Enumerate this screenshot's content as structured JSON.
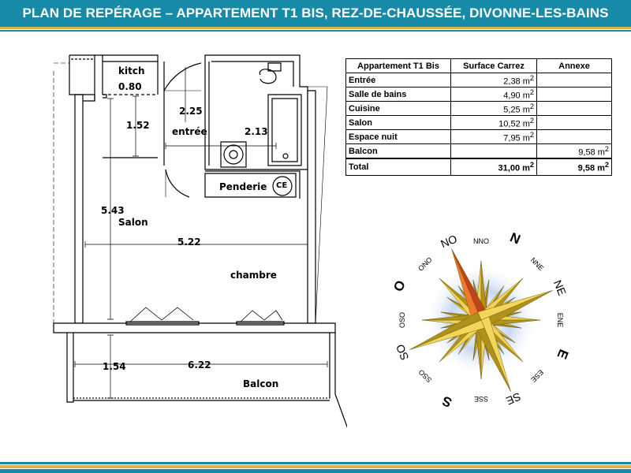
{
  "header": {
    "title": "PLAN DE REPÉRAGE – APPARTEMENT T1 BIS, REZ-DE-CHAUSSÉE, DIVONNE-LES-BAINS"
  },
  "colors": {
    "header_bg": "#178aa8",
    "stripe_gold": "#d9b24a",
    "stripe_teal": "#178aa8"
  },
  "plan": {
    "rooms": {
      "kitchen": "kitch",
      "entry": "entrée",
      "closet": "Penderie",
      "ce": "CE",
      "living": "Salon",
      "bedroom": "chambre",
      "balcony": "Balcon"
    },
    "dimensions": {
      "kitchen_w": "0.80",
      "kitchen_h": "1.52",
      "entry_h": "2.25",
      "entry_w": "2.13",
      "living_h": "5.43",
      "living_w": "5.22",
      "balcony_h": "1.54",
      "balcony_w": "6.22"
    }
  },
  "table": {
    "headers": [
      "Appartement T1 Bis",
      "Surface Carrez",
      "Annexe"
    ],
    "rows": [
      {
        "name": "Entrée",
        "carrez": "2,38 m",
        "annexe": ""
      },
      {
        "name": "Salle de bains",
        "carrez": "4,90 m",
        "annexe": ""
      },
      {
        "name": "Cuisine",
        "carrez": "5,25 m",
        "annexe": ""
      },
      {
        "name": "Salon",
        "carrez": "10,52 m",
        "annexe": ""
      },
      {
        "name": "Espace nuit",
        "carrez": "7,95 m",
        "annexe": ""
      },
      {
        "name": "Balcon",
        "carrez": "",
        "annexe": "9,58 m"
      }
    ],
    "total": {
      "name": "Total",
      "carrez": "31,00 m",
      "annexe": "9,58 m"
    },
    "unit_exponent": "2"
  },
  "compass": {
    "labels": {
      "N": "N",
      "NNE": "NNE",
      "NE": "NE",
      "ENE": "ENE",
      "E": "E",
      "ESE": "ESE",
      "SE": "SE",
      "SSE": "SSE",
      "S": "S",
      "SSO": "SSO",
      "SO": "SO",
      "OSO": "OSO",
      "O": "O",
      "ONO": "ONO",
      "NO": "NO",
      "NNO": "NNO"
    }
  }
}
